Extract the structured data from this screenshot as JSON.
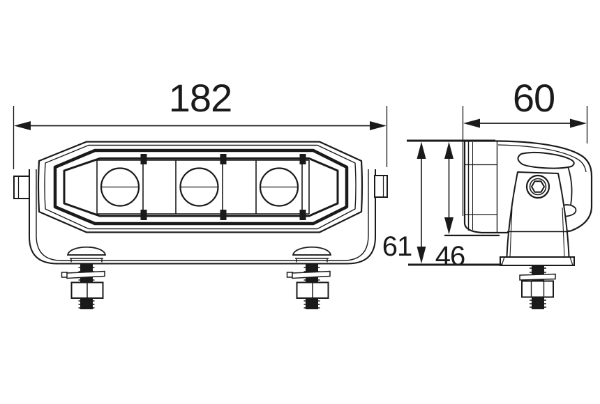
{
  "drawing": {
    "background_color": "#ffffff",
    "line_color": "#1a1a1a",
    "dimensions": {
      "overall_width": "182",
      "depth": "60",
      "overall_height": "61",
      "body_height": "46"
    }
  }
}
